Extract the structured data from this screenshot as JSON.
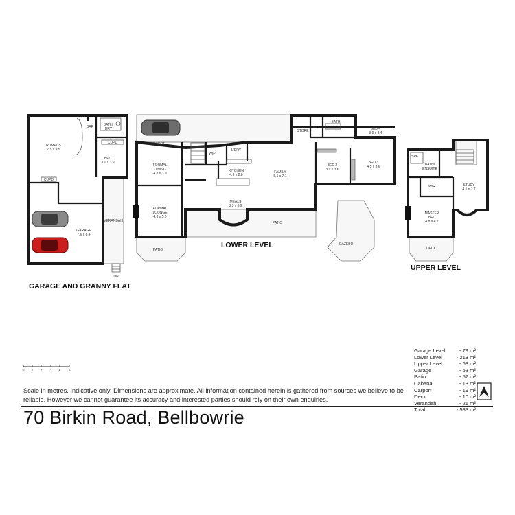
{
  "garage_flat": {
    "heading": "GARAGE AND GRANNY FLAT",
    "rooms": {
      "rumpus_name": "RUMPUS",
      "rumpus_dim": "7.5 x 9.5",
      "bar": "BAR",
      "bath_dry_1": "BATH/",
      "bath_dry_2": "DRY",
      "cupd_a": "CUPD",
      "cupd_b": "CUPD",
      "bed_name": "BED",
      "bed_dim": "3.0 x 3.9",
      "garage_name": "GARAGE",
      "garage_dim": "7.6 x 8.4",
      "verandah": "VERANDAH",
      "dn": "DN"
    }
  },
  "lower_level": {
    "heading": "LOWER LEVEL",
    "rooms": {
      "carport": "CARPORT",
      "wip": "WIP",
      "ldry": "L'DRY",
      "formal_dining_1": "FORMAL",
      "formal_dining_2": "DINING",
      "formal_dining_dim": "4.8 x 3.9",
      "kitchen_name": "KITCHEN",
      "kitchen_dim": "4.9 x 2.8",
      "family_name": "FAMILY",
      "family_dim": "6.5 x 7.1",
      "formal_lounge_1": "FORMAL",
      "formal_lounge_2": "LOUNGE",
      "formal_lounge_dim": "4.8 x 5.0",
      "meals_name": "MEALS",
      "meals_dim": "3.3 x 3.9",
      "patio_left": "PATIO",
      "patio_mid": "PATIO",
      "store": "STORE",
      "wc": "WC",
      "bath": "BATH",
      "bed4_name": "BED 4",
      "bed4_dim": "3.9 x 3.4",
      "bed2_name": "BED 2",
      "bed2_dim": "3.9 x 3.6",
      "bed3_name": "BED 3",
      "bed3_dim": "4.5 x 3.6",
      "gazebo": "GAZEBO"
    }
  },
  "upper_level": {
    "heading": "UPPER LEVEL",
    "rooms": {
      "spa": "SPA",
      "ensuite_1": "BATH/",
      "ensuite_2": "ENSUITE",
      "wir": "WIR",
      "study_name": "STUDY",
      "study_dim": "4.1 x 7.7",
      "master_1": "MASTER",
      "master_2": "BED",
      "master_dim": "4.8 x 4.2",
      "deck": "DECK"
    }
  },
  "scale_ticks": [
    "0",
    "1",
    "2",
    "3",
    "4",
    "5"
  ],
  "disclaimer": "Scale in metres. Indicative only. Dimensions are approximate.  All information contained herein is gathered from sources we believe to be reliable. However we cannot guarantee its accuracy and interested parties should rely on their own enquiries.",
  "areas": [
    {
      "label": "Garage Level",
      "value": "- 79 m²"
    },
    {
      "label": "Lower Level",
      "value": "- 213 m²"
    },
    {
      "label": "Upper Level",
      "value": "- 68 m²"
    },
    {
      "label": "Garage",
      "value": "- 53 m²"
    },
    {
      "label": "Patio",
      "value": "- 57 m²"
    },
    {
      "label": "Cabana",
      "value": "- 13 m²"
    },
    {
      "label": "Carport",
      "value": "- 19 m²"
    },
    {
      "label": "Deck",
      "value": "- 10 m²"
    },
    {
      "label": "Verandah",
      "value": "- 21 m²"
    },
    {
      "label": "Total",
      "value": "- 533 m²"
    }
  ],
  "address": "70 Birkin Road, Bellbowrie"
}
